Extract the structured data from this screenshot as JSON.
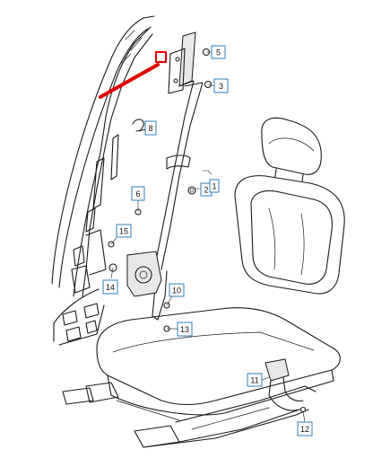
{
  "callouts": [
    {
      "id": "c1",
      "label": "1"
    },
    {
      "id": "c2",
      "label": "2"
    },
    {
      "id": "c3",
      "label": "3"
    },
    {
      "id": "c5",
      "label": "5"
    },
    {
      "id": "c6",
      "label": "6"
    },
    {
      "id": "c8",
      "label": "8"
    },
    {
      "id": "c10",
      "label": "10"
    },
    {
      "id": "c11",
      "label": "11"
    },
    {
      "id": "c12",
      "label": "12"
    },
    {
      "id": "c13",
      "label": "13"
    },
    {
      "id": "c14",
      "label": "14"
    },
    {
      "id": "c15",
      "label": "15"
    }
  ],
  "colors": {
    "highlight": "#e00000",
    "callout_border": "#2e7fb8",
    "line": "#1a1a1a"
  }
}
